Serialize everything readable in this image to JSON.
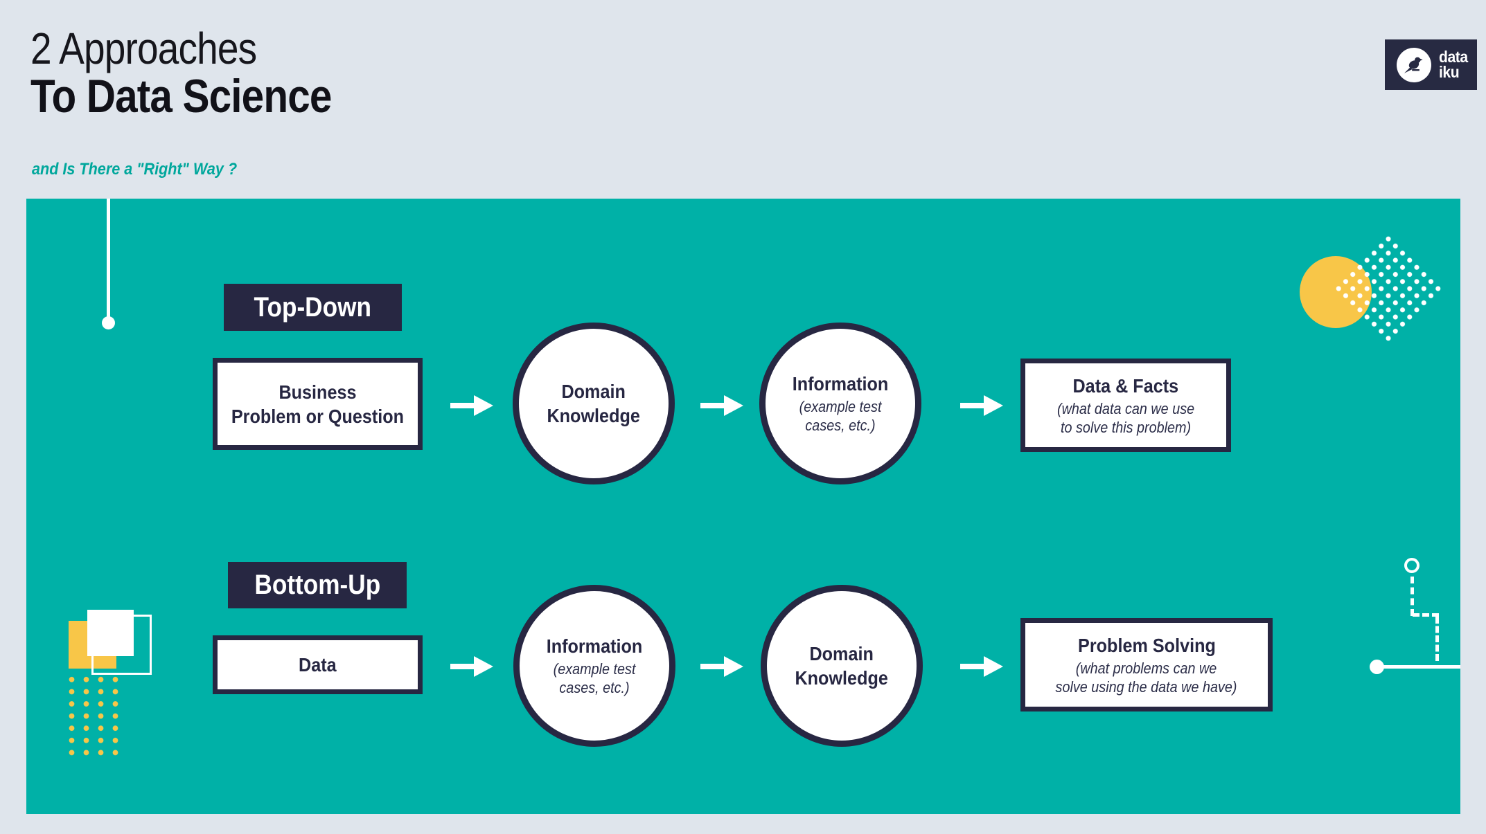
{
  "header": {
    "title_line1": "2 Approaches",
    "title_line2": "To Data Science",
    "subtitle": "and Is There a \"Right\" Way ?"
  },
  "logo": {
    "line1": "data",
    "line2": "iku",
    "icon": "bird-icon"
  },
  "flows": [
    {
      "label": "Top-Down",
      "nodes": [
        {
          "type": "rect",
          "title": "Business\nProblem or Question"
        },
        {
          "type": "circle",
          "title": "Domain\nKnowledge"
        },
        {
          "type": "circle",
          "title": "Information",
          "subtitle": "(example test\ncases, etc.)"
        },
        {
          "type": "rect",
          "title": "Data & Facts",
          "subtitle": "(what data can we use\nto solve this problem)"
        }
      ]
    },
    {
      "label": "Bottom-Up",
      "nodes": [
        {
          "type": "rect",
          "title": "Data"
        },
        {
          "type": "circle",
          "title": "Information",
          "subtitle": "(example test\ncases, etc.)"
        },
        {
          "type": "circle",
          "title": "Domain\nKnowledge"
        },
        {
          "type": "rect",
          "title": "Problem Solving",
          "subtitle": "(what problems can we\nsolve using the data we have)"
        }
      ]
    }
  ],
  "icons": {
    "arrow": "arrow-right-icon"
  },
  "colors": {
    "background": "#dfe5ec",
    "panel_teal": "#00b1a7",
    "navy": "#272742",
    "yellow": "#f8c648",
    "white": "#ffffff",
    "subtitle_teal": "#00a79c"
  }
}
